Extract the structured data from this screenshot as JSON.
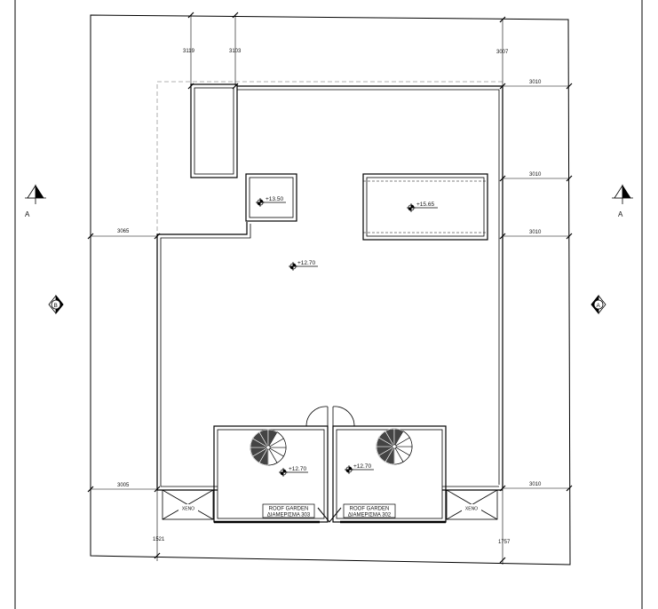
{
  "dimensions": {
    "top_3119": "3119",
    "top_3103": "3103",
    "top_3007": "3007",
    "right_3010_a": "3010",
    "right_3010_b": "3010",
    "right_3010_c": "3010",
    "right_3010_d": "3010",
    "left_3065": "3065",
    "left_3005": "3005",
    "bottom_1521": "1521",
    "bottom_1757": "1757"
  },
  "levels": {
    "stair_cap": "+13.50",
    "tank_roof": "+15.65",
    "main_roof": "+12.70",
    "garden_left": "+12.70",
    "garden_right": "+12.70"
  },
  "gardens": {
    "left_line1": "ROOF GARDEN",
    "left_line2": "ΔΙΑΜΕΡΙΣΜΑ 303",
    "right_line1": "ROOF GARDEN",
    "right_line2": "ΔΙΑΜΕΡΙΣΜΑ 302"
  },
  "sections": {
    "left_a": "A",
    "right_a": "A",
    "left_b": "B",
    "right_b": "A"
  },
  "fixtures": {
    "left_box": "ΧΕΝΟ",
    "right_box": "ΧΕΝΟ"
  }
}
